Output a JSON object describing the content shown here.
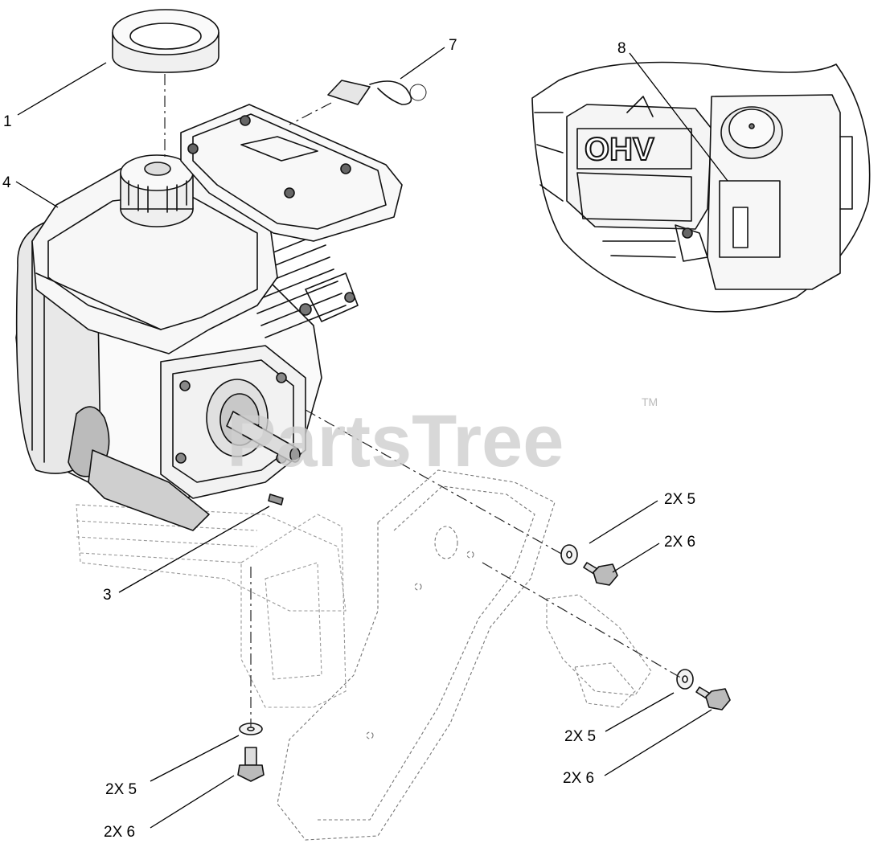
{
  "watermark": {
    "text": "PartsTree",
    "trademark": "TM"
  },
  "inset": {
    "engine_badge": "OHV"
  },
  "callouts": [
    {
      "id": "c1",
      "text": "1"
    },
    {
      "id": "c4",
      "text": "4"
    },
    {
      "id": "c7",
      "text": "7"
    },
    {
      "id": "c8",
      "text": "8"
    },
    {
      "id": "c3",
      "text": "3"
    },
    {
      "id": "c5a",
      "text": "2X 5"
    },
    {
      "id": "c6a",
      "text": "2X 6"
    },
    {
      "id": "c5b",
      "text": "2X 5"
    },
    {
      "id": "c6b",
      "text": "2X 6"
    },
    {
      "id": "c5c",
      "text": "2X 5"
    },
    {
      "id": "c6c",
      "text": "2X 6"
    }
  ]
}
